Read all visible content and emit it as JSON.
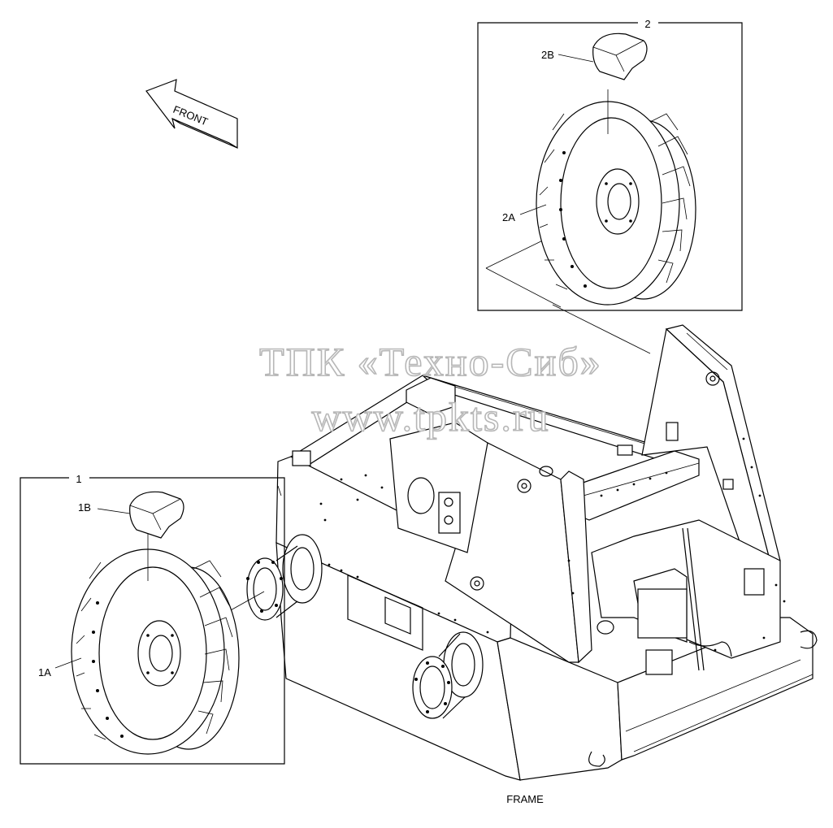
{
  "diagram": {
    "caption": "FRAME",
    "front_arrow_label": "FRONT",
    "watermark": {
      "line1": "ТПК «Техно-Сиб»",
      "line2": "www.tpkts.ru"
    },
    "callouts": {
      "group_1": {
        "number": "1",
        "tire_label": "1A",
        "pad_label": "1B"
      },
      "group_2": {
        "number": "2",
        "tire_label": "2A",
        "pad_label": "2B"
      }
    }
  }
}
